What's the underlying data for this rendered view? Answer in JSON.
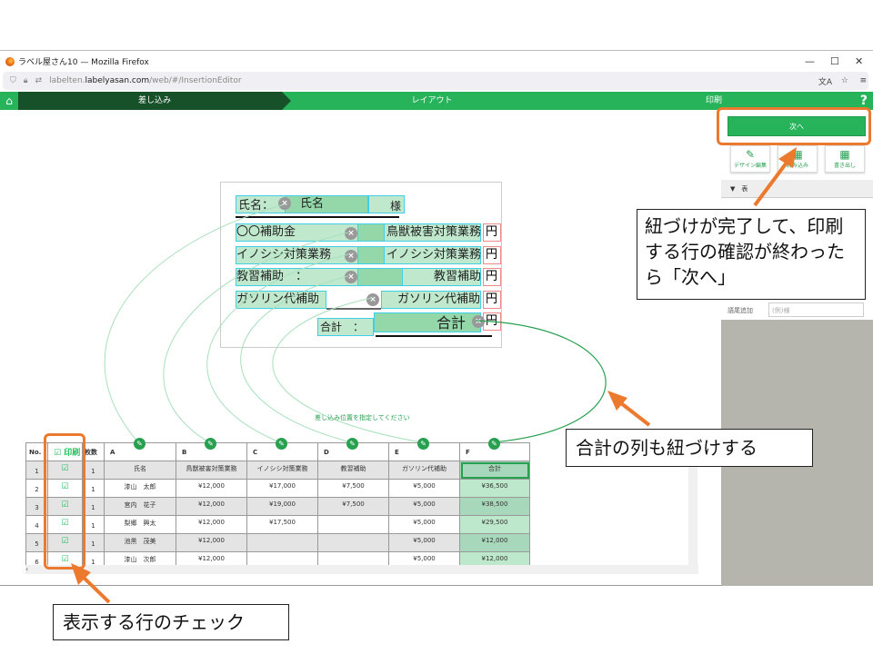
{
  "browser": {
    "title": "ラベル屋さん10 — Mozilla Firefox",
    "url_prefix": "labelten.",
    "url_domain": "labelyasan.com",
    "url_path": "/web/#/InsertionEditor",
    "min": "—",
    "max": "☐",
    "close": "✕"
  },
  "nav": {
    "home": "⌂",
    "steps": [
      "差し込み",
      "レイアウト",
      "印刷"
    ],
    "help": "?"
  },
  "panel": {
    "next": "次へ",
    "tools": [
      {
        "icon": "✎",
        "label": "デザイン編集"
      },
      {
        "icon": "▦",
        "label": "読み込み"
      },
      {
        "icon": "▦",
        "label": "書き出し"
      }
    ],
    "table_section": "▼　表",
    "suffix_label": "語尾追加",
    "suffix_placeholder": "(例)様"
  },
  "label": {
    "name_label": "氏名：",
    "name_field": "氏名",
    "sama": "様",
    "rows": [
      {
        "left": "〇〇補助金",
        "right": "鳥獣被害対策業務"
      },
      {
        "left": "イノシシ対策業務",
        "right": "イノシシ対策業務"
      },
      {
        "left": "教習補助　：",
        "right": "教習補助"
      },
      {
        "left": "ガソリン代補助",
        "right": "ガソリン代補助"
      }
    ],
    "yen": "円",
    "total_label": "合計　：",
    "total_field": "合計",
    "x": "×"
  },
  "hint": "差し込み位置を指定してください",
  "table": {
    "headers": [
      "No.",
      "☑ 印刷",
      "枚数",
      "A",
      "B",
      "C",
      "D",
      "E",
      "F"
    ],
    "rows": [
      [
        "1",
        "☑",
        "1",
        "氏名",
        "鳥獣被害対策業務",
        "イノシシ対策業務",
        "教習補助",
        "ガソリン代補助",
        "合計"
      ],
      [
        "2",
        "☑",
        "1",
        "漆山　太郎",
        "¥12,000",
        "¥17,000",
        "¥7,500",
        "¥5,000",
        "¥36,500"
      ],
      [
        "3",
        "☑",
        "1",
        "宮内　花子",
        "¥12,000",
        "¥19,000",
        "¥7,500",
        "¥5,000",
        "¥38,500"
      ],
      [
        "4",
        "☑",
        "1",
        "梨郷　興太",
        "¥12,000",
        "¥17,500",
        "",
        "¥5,000",
        "¥29,500"
      ],
      [
        "5",
        "☑",
        "1",
        "池黒　茂美",
        "¥12,000",
        "",
        "",
        "¥5,000",
        "¥12,000"
      ],
      [
        "6",
        "☑",
        "1",
        "漆山　次郎",
        "¥12,000",
        "",
        "",
        "¥5,000",
        "¥12,000"
      ]
    ]
  },
  "callouts": {
    "next": "紐づけが完了して、印刷する行の確認が終わったら「次へ」",
    "total": "合計の列も紐づけする",
    "check": "表示する行のチェック"
  },
  "colors": {
    "green": "#27b35a",
    "dark_green": "#17512a",
    "orange": "#ec7a2e"
  }
}
